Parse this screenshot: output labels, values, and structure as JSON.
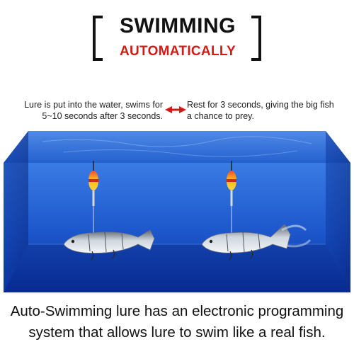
{
  "header": {
    "title": "SWIMMING",
    "subtitle": "AUTOMATICALLY"
  },
  "captions": {
    "left": "Lure is put into the water, swims for 5~10 seconds after 3 seconds.",
    "right": "Rest for 3 seconds, giving the big fish a chance to prey."
  },
  "footer": {
    "line1": "Auto-Swimming lure has an electronic programming",
    "line2": "system that allows lure to swim like a real fish."
  },
  "colors": {
    "accent": "#d21a16",
    "water_dark": "#0a2f9e",
    "water_light": "#2a6fe0"
  }
}
